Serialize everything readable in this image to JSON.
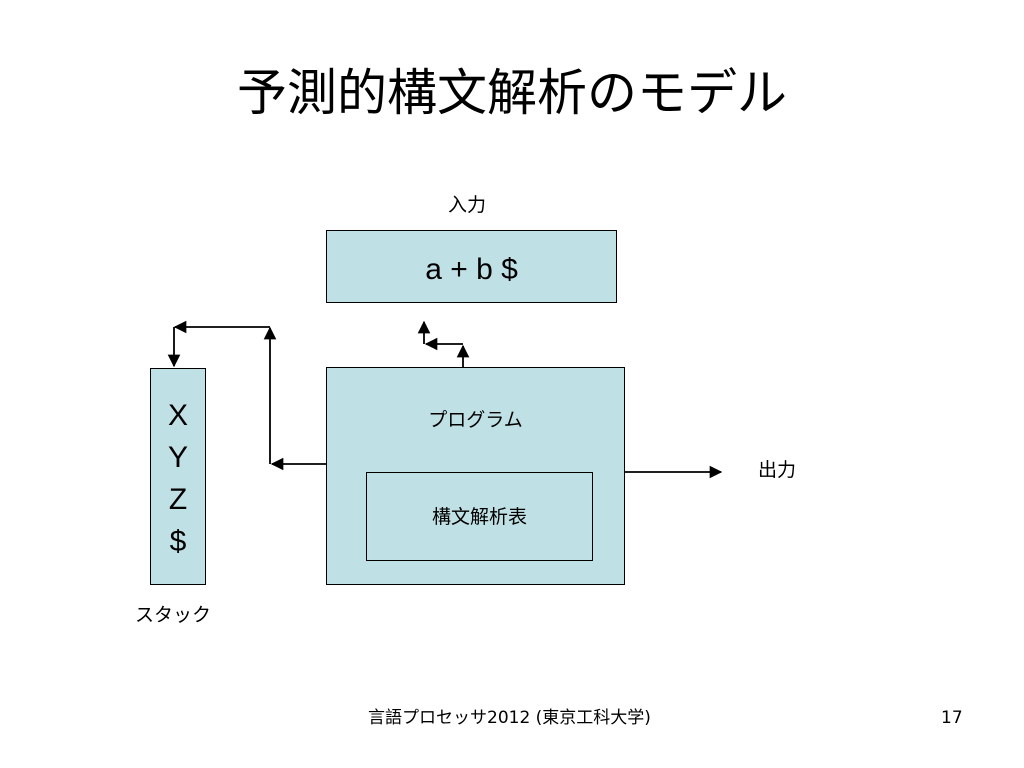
{
  "slide": {
    "title": "予測的構文解析のモデル",
    "page_number": "17",
    "footer": "言語プロセッサ2012 (東京工科大学)"
  },
  "diagram": {
    "input_label": "入力",
    "input_value": "a + b $",
    "program_label": "プログラム",
    "table_label": "構文解析表",
    "output_label": "出力",
    "stack_label": "スタック",
    "stack_items": [
      "X",
      "Y",
      "Z",
      "$"
    ]
  },
  "colors": {
    "box_fill": "#bfe0e4",
    "border": "#000000"
  }
}
